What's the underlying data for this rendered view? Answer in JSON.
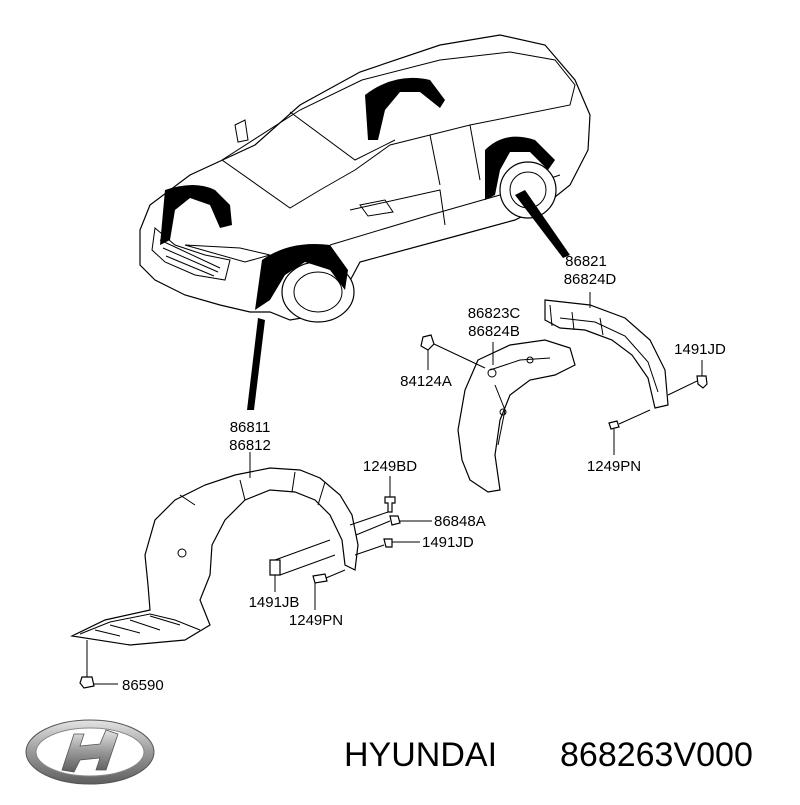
{
  "labels": {
    "front_liner_upper": "86811",
    "front_liner_lower": "86812",
    "rear_liner_upper": "86821",
    "rear_liner_lower": "86824D",
    "rear_guard_upper": "86823C",
    "rear_guard_lower": "86824B",
    "nut_84124a": "84124A",
    "clip_1491jd_rear": "1491JD",
    "screw_1249pn_rear": "1249PN",
    "bolt_1249bd": "1249BD",
    "clip_86848a": "86848A",
    "clip_1491jd_front": "1491JD",
    "clip_1491jb": "1491JB",
    "screw_1249pn_front": "1249PN",
    "clip_86590": "86590"
  },
  "footer": {
    "brand": "HYUNDAI",
    "part_number": "868263V000"
  },
  "icons": {
    "logo": "hyundai-logo-icon"
  }
}
